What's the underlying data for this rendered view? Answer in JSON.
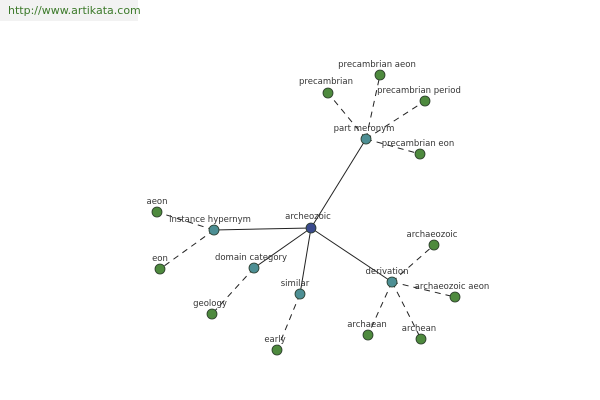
{
  "source_url": "http://www.artikata.com",
  "colors": {
    "center": "#3a4a8c",
    "relation": "#4d8f94",
    "leaf": "#4e8a3e",
    "edge": "#222222",
    "background": "#ffffff"
  },
  "graph": {
    "center": "archeozoic",
    "relations": [
      {
        "name": "part meronym",
        "members": [
          "precambrian aeon",
          "precambrian",
          "precambrian period",
          "precambrian eon"
        ]
      },
      {
        "name": "instance hypernym",
        "members": [
          "aeon",
          "eon"
        ]
      },
      {
        "name": "domain category",
        "members": [
          "geology"
        ]
      },
      {
        "name": "similar",
        "members": [
          "early"
        ]
      },
      {
        "name": "derivation",
        "members": [
          "archaeozoic",
          "archaeozoic aeon",
          "archaean",
          "archean"
        ]
      }
    ]
  }
}
